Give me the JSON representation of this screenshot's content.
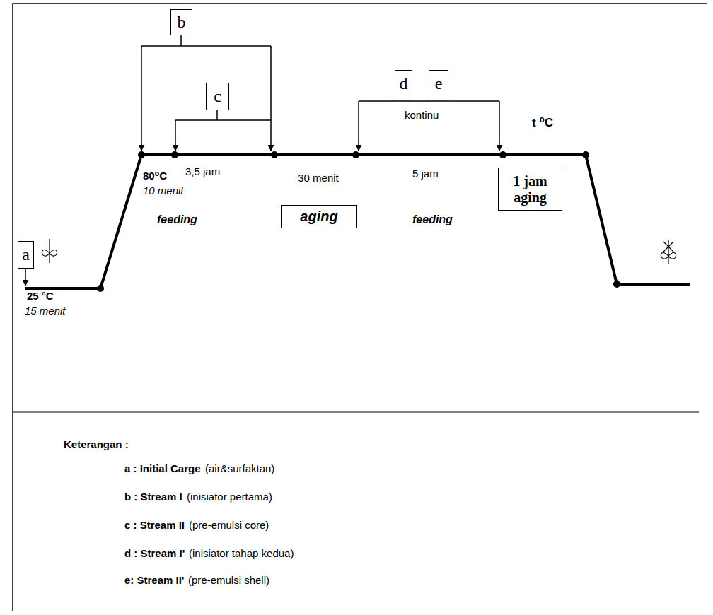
{
  "diagram": {
    "nodes": [
      {
        "text": [
          "a"
        ]
      },
      {
        "text": [
          "b"
        ]
      },
      {
        "text": [
          "c"
        ]
      },
      {
        "text": [
          "d"
        ]
      },
      {
        "text": [
          "e"
        ]
      },
      {
        "text": [
          "aging"
        ]
      },
      {
        "text": [
          "1 jam aging"
        ]
      }
    ],
    "labels": [
      "25 °C",
      "15 menit",
      "80⁰C",
      "10 menit",
      "3,5 jam",
      "feeding",
      "30 menit",
      "5 jam",
      "feeding",
      "kontinu",
      "t ⁰C",
      "Keterangan :",
      "a : Initial Carge",
      "(air&surfaktan)",
      "b : Stream I",
      "(inisiator pertama)",
      "c : Stream II",
      "(pre-emulsi core)",
      "d : Stream I'",
      "(inisiator tahap kedua)",
      "e: Stream II'",
      "(pre-emulsi shell)"
    ]
  }
}
